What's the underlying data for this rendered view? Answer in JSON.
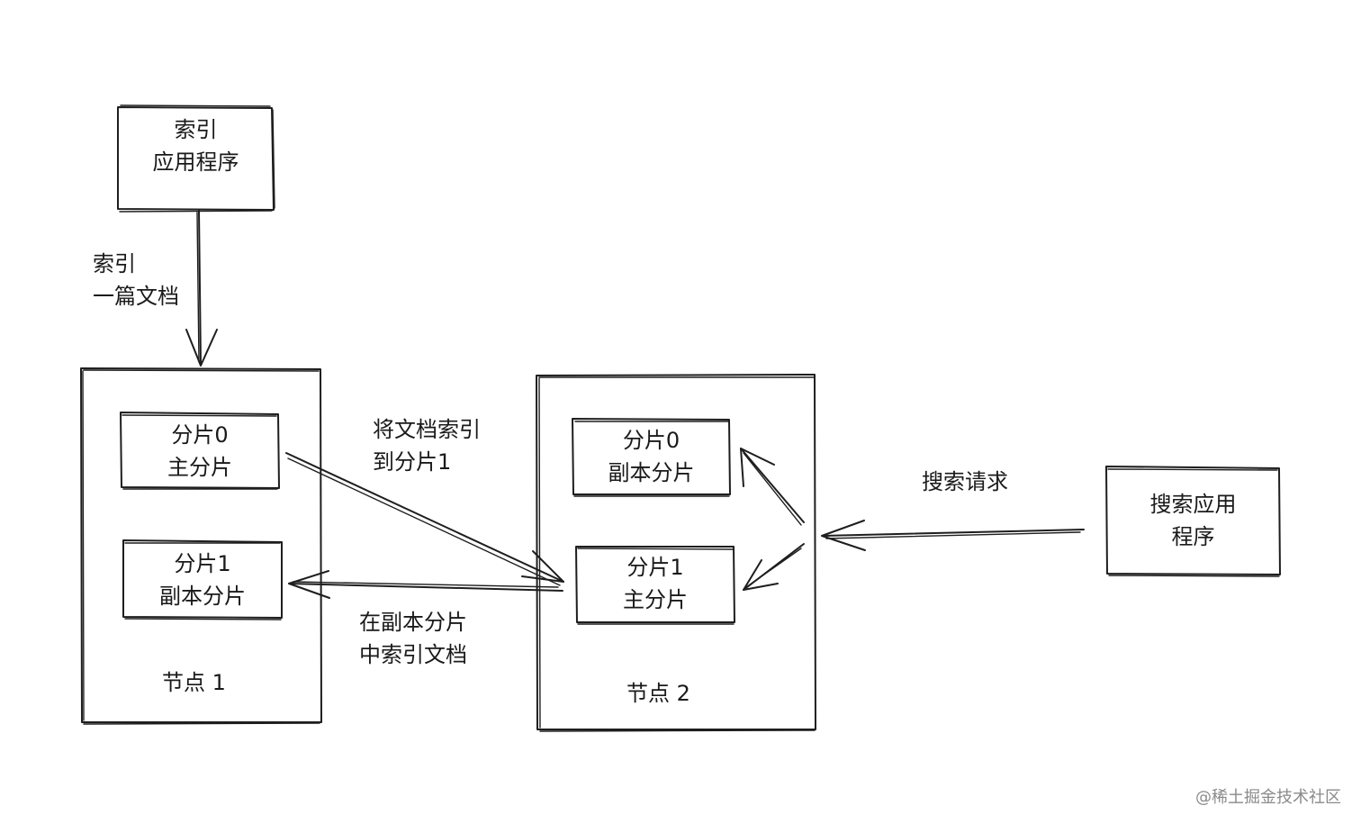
{
  "index_app": {
    "line1": "索引",
    "line2": "应用程序"
  },
  "index_doc_label": {
    "line1": "索引",
    "line2": "一篇文档"
  },
  "node1": {
    "title": "节点 1",
    "shard0": {
      "line1": "分片0",
      "line2": "主分片"
    },
    "shard1": {
      "line1": "分片1",
      "line2": "副本分片"
    }
  },
  "node2": {
    "title": "节点 2",
    "shard0": {
      "line1": "分片0",
      "line2": "副本分片"
    },
    "shard1": {
      "line1": "分片1",
      "line2": "主分片"
    }
  },
  "route_label": {
    "line1": "将文档索引",
    "line2": "到分片1"
  },
  "replica_label": {
    "line1": "在副本分片",
    "line2": "中索引文档"
  },
  "search_request_label": "搜索请求",
  "search_app": {
    "line1": "搜索应用",
    "line2": "程序"
  },
  "watermark": "@稀土掘金技术社区"
}
